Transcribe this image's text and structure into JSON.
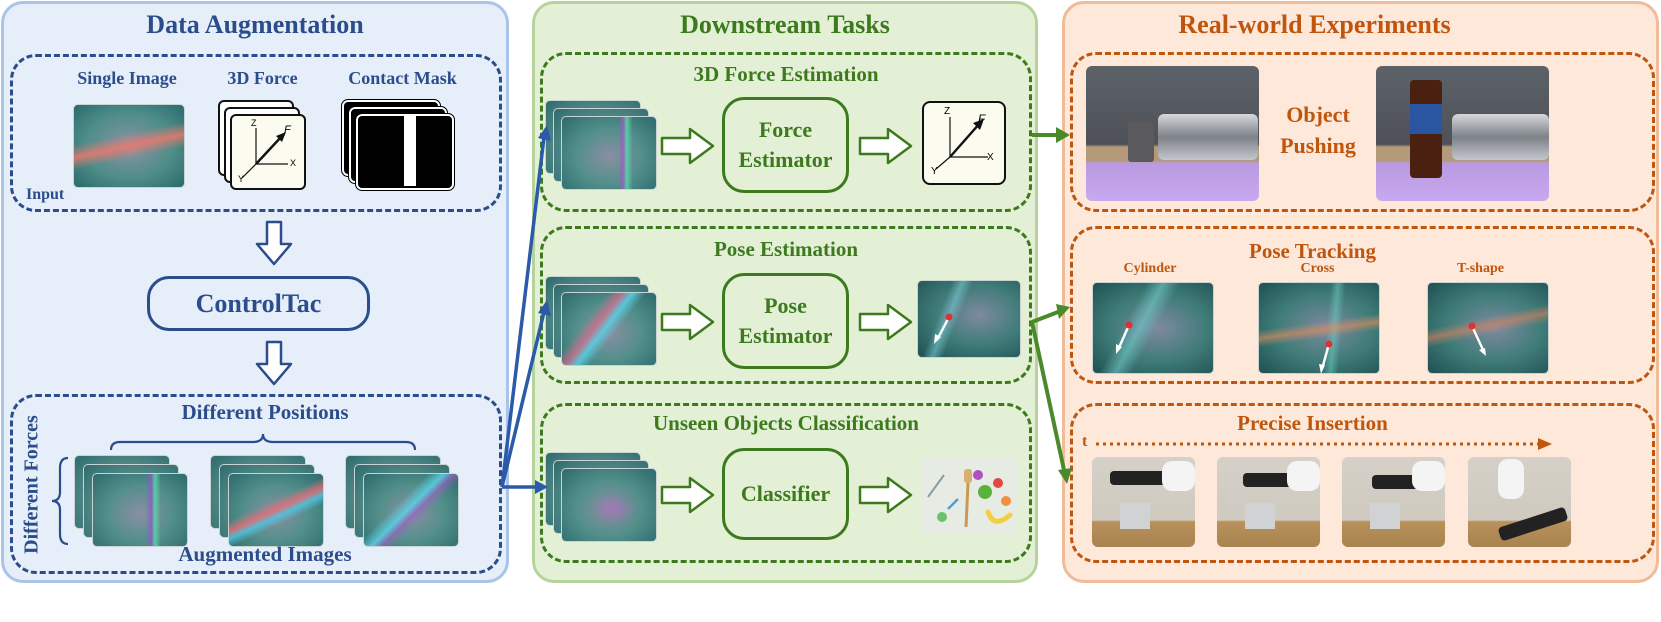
{
  "data_augmentation": {
    "title": "Data Augmentation",
    "input_labels": [
      "Single Image",
      "3D Force",
      "Contact Mask"
    ],
    "input_tag": "Input",
    "model": "ControlTac",
    "positions_label": "Different Positions",
    "forces_label": "Different Forces",
    "augmented_label": "Augmented Images"
  },
  "downstream": {
    "title": "Downstream Tasks",
    "tasks": [
      {
        "title": "3D Force Estimation",
        "module": "Force\nEstimator"
      },
      {
        "title": "Pose Estimation",
        "module": "Pose\nEstimator"
      },
      {
        "title": "Unseen Objects Classification",
        "module": "Classifier"
      }
    ]
  },
  "real_world": {
    "title": "Real-world Experiments",
    "pushing_label": "Object\nPushing",
    "pose_tracking_title": "Pose Tracking",
    "pose_objects": [
      "Cylinder",
      "Cross",
      "T-shape"
    ],
    "insertion_title": "Precise Insertion",
    "time_label": "t"
  },
  "axis_labels": {
    "z": "Z",
    "x": "X",
    "y": "Y",
    "f": "F"
  },
  "colors": {
    "blue": "#2b4d8c",
    "green": "#3d7a1e",
    "orange": "#c0560d"
  }
}
